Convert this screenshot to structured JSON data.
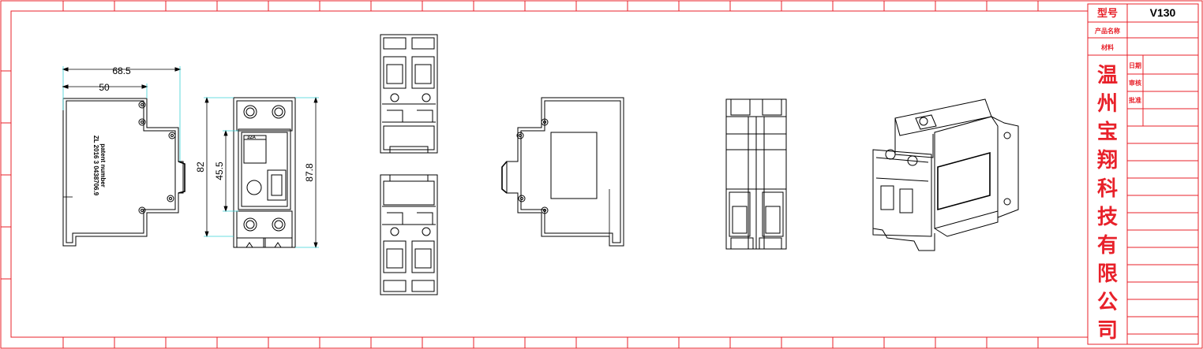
{
  "colors": {
    "frame": "#e8212a",
    "line": "#000000",
    "dim": "#3ad0d6",
    "company": "#e8212a"
  },
  "dimensions": {
    "overall_width": "68.5",
    "partial_width": "50",
    "height_82": "82",
    "window_45": "45.5",
    "height_87": "87.8"
  },
  "side_view_text": {
    "patent_label": "patent number",
    "patent_line1": "ZL 2016 3 0438706.9"
  },
  "front_view": {
    "rating": "32A"
  },
  "title_block": {
    "model_label": "型号",
    "model_value": "V130",
    "product_name_label": "产品名称",
    "material_label": "材料",
    "date_label": "日期",
    "review_label": "审核",
    "approve_label": "批准",
    "company_chars": [
      "温",
      "州",
      "宝",
      "翔",
      "科",
      "技",
      "有",
      "限",
      "公",
      "司"
    ]
  }
}
